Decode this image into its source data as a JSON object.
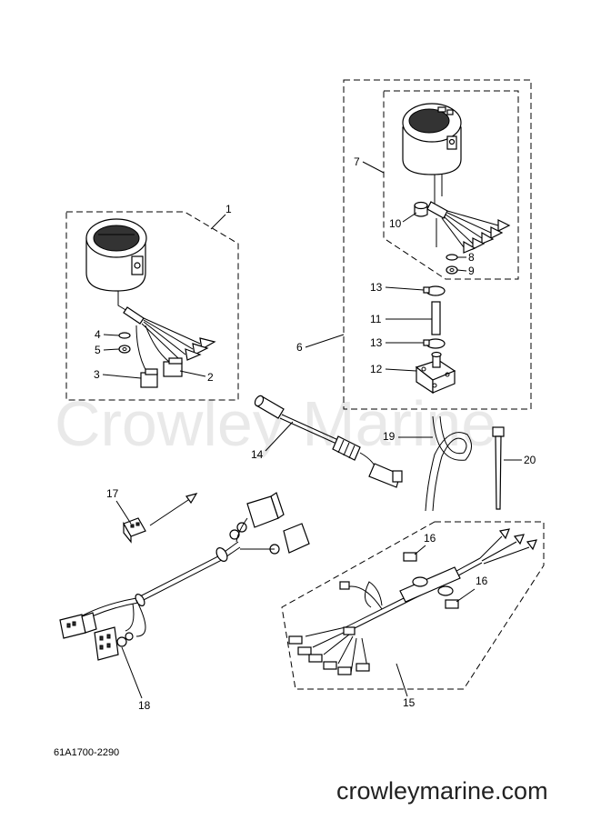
{
  "watermark": "Crowley Marine",
  "footer_url": "crowleymarine.com",
  "diagram_code": "61A1700-2290",
  "callouts": {
    "c1": "1",
    "c2": "2",
    "c3": "3",
    "c4": "4",
    "c5": "5",
    "c6": "6",
    "c7": "7",
    "c8": "8",
    "c9": "9",
    "c10": "10",
    "c11": "11",
    "c12": "12",
    "c13a": "13",
    "c13b": "13",
    "c14": "14",
    "c15": "15",
    "c16a": "16",
    "c16b": "16",
    "c17": "17",
    "c18": "18",
    "c19": "19",
    "c20": "20"
  }
}
